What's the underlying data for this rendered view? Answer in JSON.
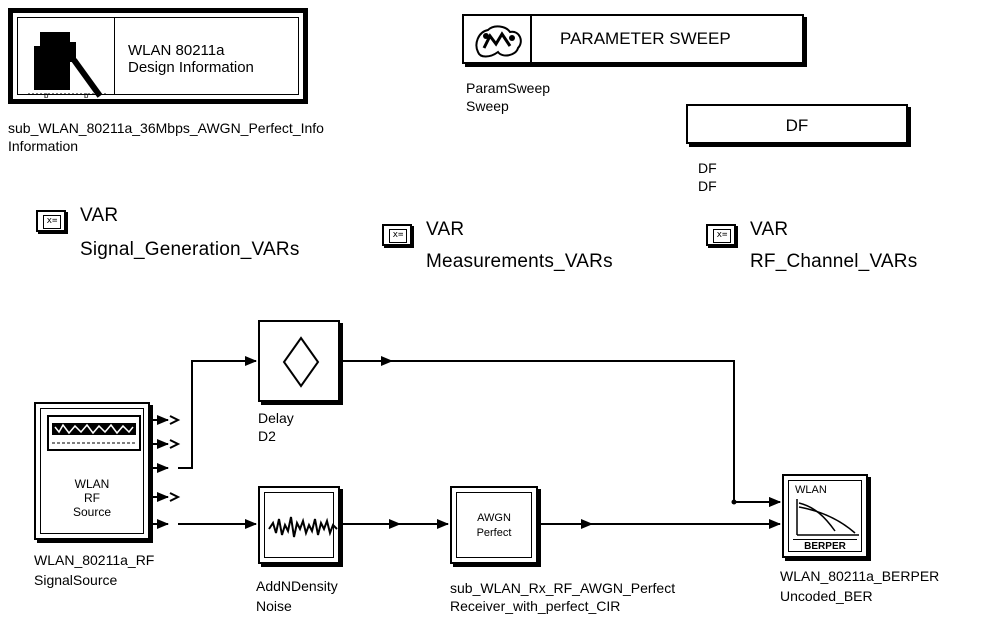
{
  "design_info": {
    "box_line1": "WLAN 80211a",
    "box_line2": "Design Information",
    "instance_name": "sub_WLAN_80211a_36Mbps_AWGN_Perfect_Info",
    "instance_label": "Information"
  },
  "param_sweep": {
    "title": "PARAMETER SWEEP",
    "name": "ParamSweep",
    "instance": "Sweep"
  },
  "df": {
    "title": "DF",
    "name": "DF",
    "instance": "DF"
  },
  "vars": [
    {
      "type": "VAR",
      "name": "Signal_Generation_VARs"
    },
    {
      "type": "VAR",
      "name": "Measurements_VARs"
    },
    {
      "type": "VAR",
      "name": "RF_Channel_VARs"
    }
  ],
  "blocks": {
    "source": {
      "inner_line1": "WLAN",
      "inner_line2": "RF",
      "inner_line3": "Source",
      "name": "WLAN_80211a_RF",
      "instance": "SignalSource"
    },
    "delay": {
      "name": "Delay",
      "instance": "D2"
    },
    "noise": {
      "name": "AddNDensity",
      "instance": "Noise"
    },
    "receiver": {
      "inner_line1": "AWGN",
      "inner_line2": "Perfect",
      "name": "sub_WLAN_Rx_RF_AWGN_Perfect",
      "instance": "Receiver_with_perfect_CIR"
    },
    "berper": {
      "inner_top": "WLAN",
      "inner_bottom": "BERPER",
      "name": "WLAN_80211a_BERPER",
      "instance": "Uncoded_BER"
    }
  }
}
